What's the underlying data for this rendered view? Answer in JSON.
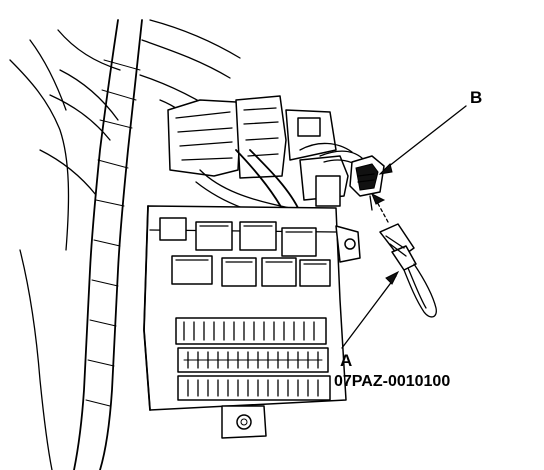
{
  "callouts": {
    "a": {
      "letter": "A",
      "part_number": "07PAZ-0010100"
    },
    "b": {
      "letter": "B"
    }
  }
}
